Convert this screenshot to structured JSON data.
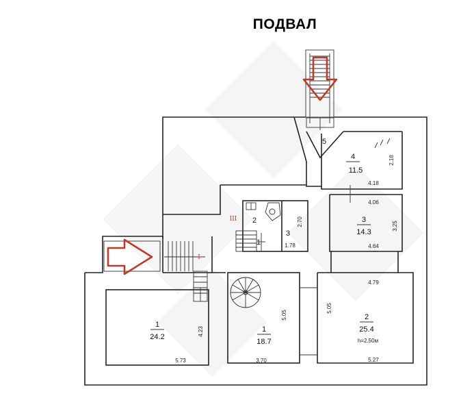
{
  "title": "ПОДВАЛ",
  "rooms": {
    "r1_left": {
      "num": "1",
      "area": "24.2",
      "dim_w": "5.73",
      "dim_h": "4.23"
    },
    "r1_mid": {
      "num": "1",
      "area": "18.7",
      "dim_w": "3.70",
      "dim_h": "5.05"
    },
    "r2_right": {
      "num": "2",
      "area": "25.4",
      "dim_w_top": "4.79",
      "dim_w_bottom": "5.27",
      "dim_h": "5.05",
      "height": "h=2.50м"
    },
    "r3_right": {
      "num": "3",
      "area": "14.3",
      "dim_w_top": "4.06",
      "dim_w_bottom": "4.64",
      "dim_h": "3.25"
    },
    "r4": {
      "num": "4",
      "area": "11.5",
      "dim_w": "4.18",
      "dim_h": "2.18"
    },
    "r5": {
      "num": "5"
    },
    "center_stair": {
      "n2": "2",
      "n1": "1",
      "n3": "3",
      "dim_h": "2.70",
      "dim_w": "1.78",
      "roman": "III"
    },
    "left_stair": {
      "roman": "I"
    }
  },
  "colors": {
    "arrow": "#c0392b",
    "walls": "#222222"
  }
}
